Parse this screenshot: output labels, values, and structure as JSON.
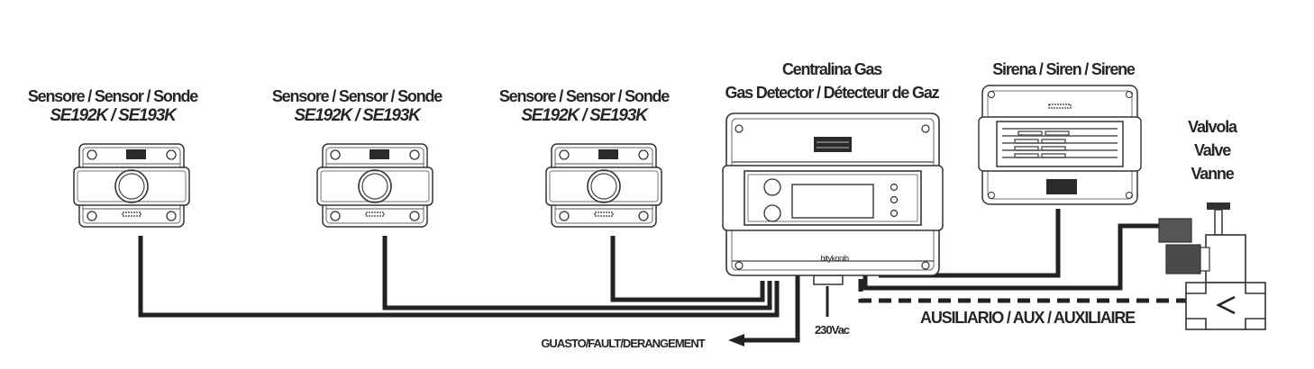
{
  "sensors": [
    {
      "title": "Sensore / Sensor / Sonde",
      "model": "SE192K / SE193K"
    },
    {
      "title": "Sensore / Sensor / Sonde",
      "model": "SE192K / SE193K"
    },
    {
      "title": "Sensore / Sensor / Sonde",
      "model": "SE192K / SE193K"
    }
  ],
  "panel": {
    "title": "Centralina Gas",
    "subtitle": "Gas Detector / Détecteur de Gaz",
    "brand": "bitykonib"
  },
  "siren": {
    "title": "Sirena / Siren / Sirene"
  },
  "valve": {
    "line1": "Valvola",
    "line2": "Valve",
    "line3": "Vanne"
  },
  "wiring": {
    "fault": "GUASTO/FAULT/DERANGEMENT",
    "power": "230Vac",
    "aux": "AUSILIARIO / AUX / AUXILIAIRE"
  },
  "colors": {
    "line": "#222222",
    "device_fill": "#ffffff",
    "dark_part": "#4a4a4a"
  }
}
